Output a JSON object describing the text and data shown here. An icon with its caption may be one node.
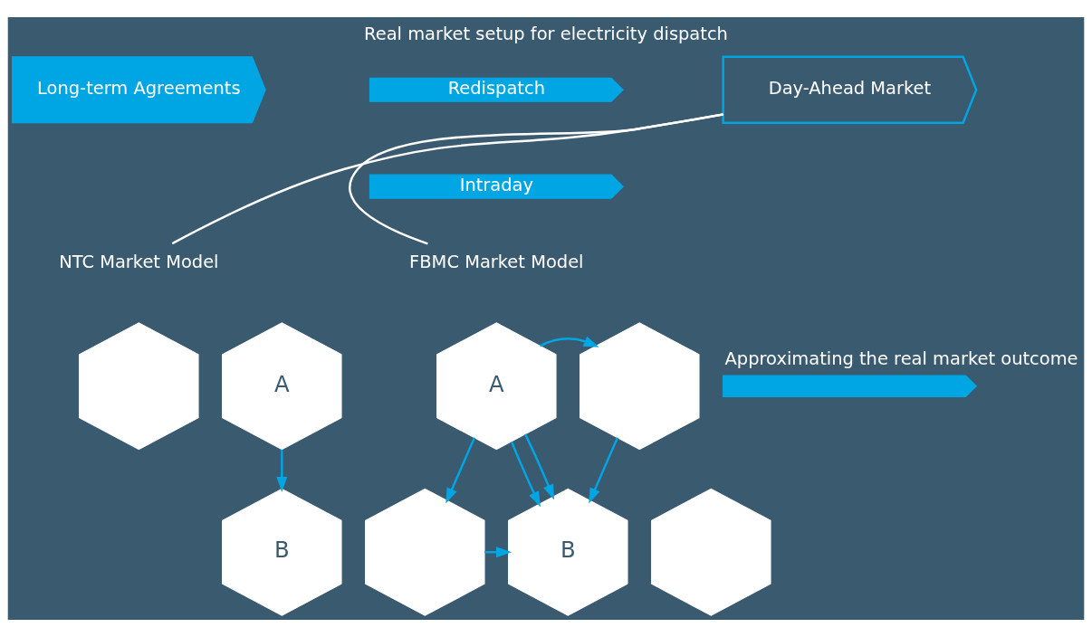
{
  "diagram": {
    "title": "Real market setup for electricity dispatch",
    "nodes": [
      {
        "text": [
          "Long-term Agreements"
        ]
      },
      {
        "text": [
          "Day-Ahead Market"
        ]
      },
      {
        "text": [
          "Redispatch"
        ]
      },
      {
        "text": [
          "Intraday"
        ]
      },
      {
        "text": [
          "NTC Market Model"
        ]
      },
      {
        "text": [
          "FBMC Market Model"
        ]
      },
      {
        "text": [],
        "shape": "hexagon"
      },
      {
        "text": [
          "A"
        ]
      },
      {
        "text": [
          "B"
        ]
      },
      {
        "text": [],
        "shape": "hexagon"
      },
      {
        "text": [],
        "shape": "arrow",
        "beside": [
          "Approximating the real market outcome"
        ]
      },
      {
        "text": [],
        "shape": "hexagon"
      },
      {
        "text": [
          "A"
        ]
      },
      {
        "text": [
          "B"
        ]
      },
      {
        "text": [],
        "shape": "hexagon"
      }
    ],
    "edges": [
      {
        "from": 1,
        "to": 4,
        "arrow": "none",
        "color": "#ffffff"
      },
      {
        "from": 1,
        "to": 5,
        "arrow": "none",
        "color": "#ffffff"
      },
      {
        "from": 7,
        "to": 8,
        "arrow": "to"
      },
      {
        "from": 12,
        "to": 13,
        "arrow": "to"
      },
      {
        "from": 12,
        "to": 11,
        "arrow": "to"
      },
      {
        "from": 11,
        "to": 13,
        "arrow": "to"
      },
      {
        "from": 12,
        "to": 13,
        "arrow": "to"
      },
      {
        "from": 12,
        "to": 14,
        "arrow": "to"
      },
      {
        "from": 14,
        "to": 13,
        "arrow": "to"
      }
    ]
  }
}
